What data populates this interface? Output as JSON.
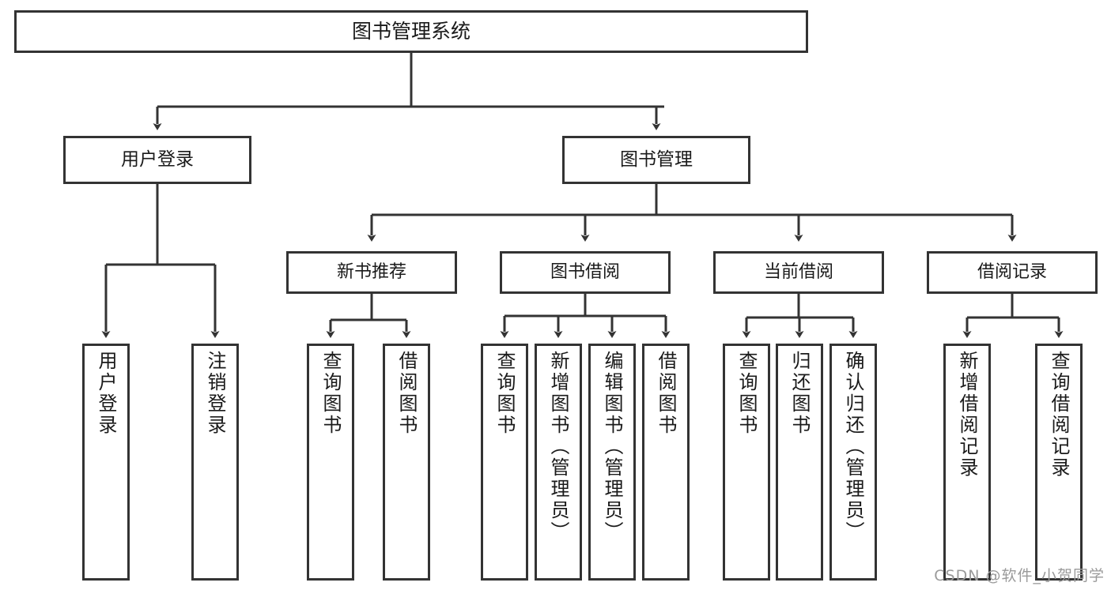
{
  "diagram": {
    "type": "tree-hierarchy-chart",
    "title_text": "图书管理系统",
    "stroke_color": "#333333",
    "background_color": "#ffffff",
    "root": {
      "id": "root",
      "label": "图书管理系统"
    },
    "level1": [
      {
        "id": "user-login",
        "label": "用户登录"
      },
      {
        "id": "book-manage",
        "label": "图书管理"
      }
    ],
    "level2": [
      {
        "id": "new-book-recommend",
        "label": "新书推荐"
      },
      {
        "id": "book-borrow",
        "label": "图书借阅"
      },
      {
        "id": "current-borrow",
        "label": "当前借阅"
      },
      {
        "id": "borrow-record",
        "label": "借阅记录"
      }
    ],
    "leaves": {
      "user_login": [
        {
          "id": "leaf-user-login",
          "label": "用户登录"
        },
        {
          "id": "leaf-logout-login",
          "label": "注销登录"
        }
      ],
      "new_book_recommend": [
        {
          "id": "leaf-query-book-1",
          "label": "查询图书"
        },
        {
          "id": "leaf-borrow-book-1",
          "label": "借阅图书"
        }
      ],
      "book_borrow": [
        {
          "id": "leaf-query-book-2",
          "label": "查询图书"
        },
        {
          "id": "leaf-add-book",
          "label": "新增图书（管理员）"
        },
        {
          "id": "leaf-edit-book",
          "label": "编辑图书（管理员）"
        },
        {
          "id": "leaf-borrow-book-2",
          "label": "借阅图书"
        }
      ],
      "current_borrow": [
        {
          "id": "leaf-query-book-3",
          "label": "查询图书"
        },
        {
          "id": "leaf-return-book",
          "label": "归还图书"
        },
        {
          "id": "leaf-confirm-return",
          "label": "确认归还（管理员）"
        }
      ],
      "borrow_record": [
        {
          "id": "leaf-add-record",
          "label": "新增借阅记录"
        },
        {
          "id": "leaf-query-record",
          "label": "查询借阅记录"
        }
      ]
    }
  },
  "watermark": {
    "text": "CSDN @软件_小贺同学"
  }
}
